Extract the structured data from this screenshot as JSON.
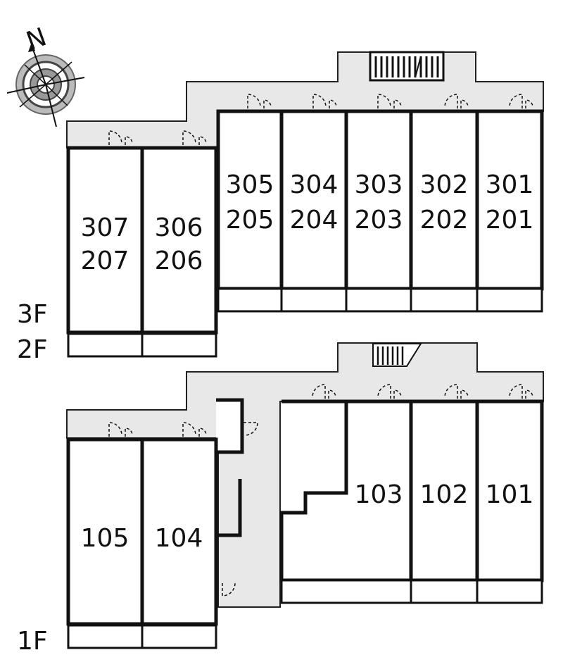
{
  "compass": {
    "north_label": "N"
  },
  "floor_labels": {
    "upper_a": "3F",
    "upper_b": "2F",
    "ground": "1F"
  },
  "upper_units": [
    {
      "top": "307",
      "bottom": "207"
    },
    {
      "top": "306",
      "bottom": "206"
    },
    {
      "top": "305",
      "bottom": "205"
    },
    {
      "top": "304",
      "bottom": "204"
    },
    {
      "top": "303",
      "bottom": "203"
    },
    {
      "top": "302",
      "bottom": "202"
    },
    {
      "top": "301",
      "bottom": "201"
    }
  ],
  "ground_units": [
    "105",
    "104",
    "103",
    "102",
    "101"
  ]
}
